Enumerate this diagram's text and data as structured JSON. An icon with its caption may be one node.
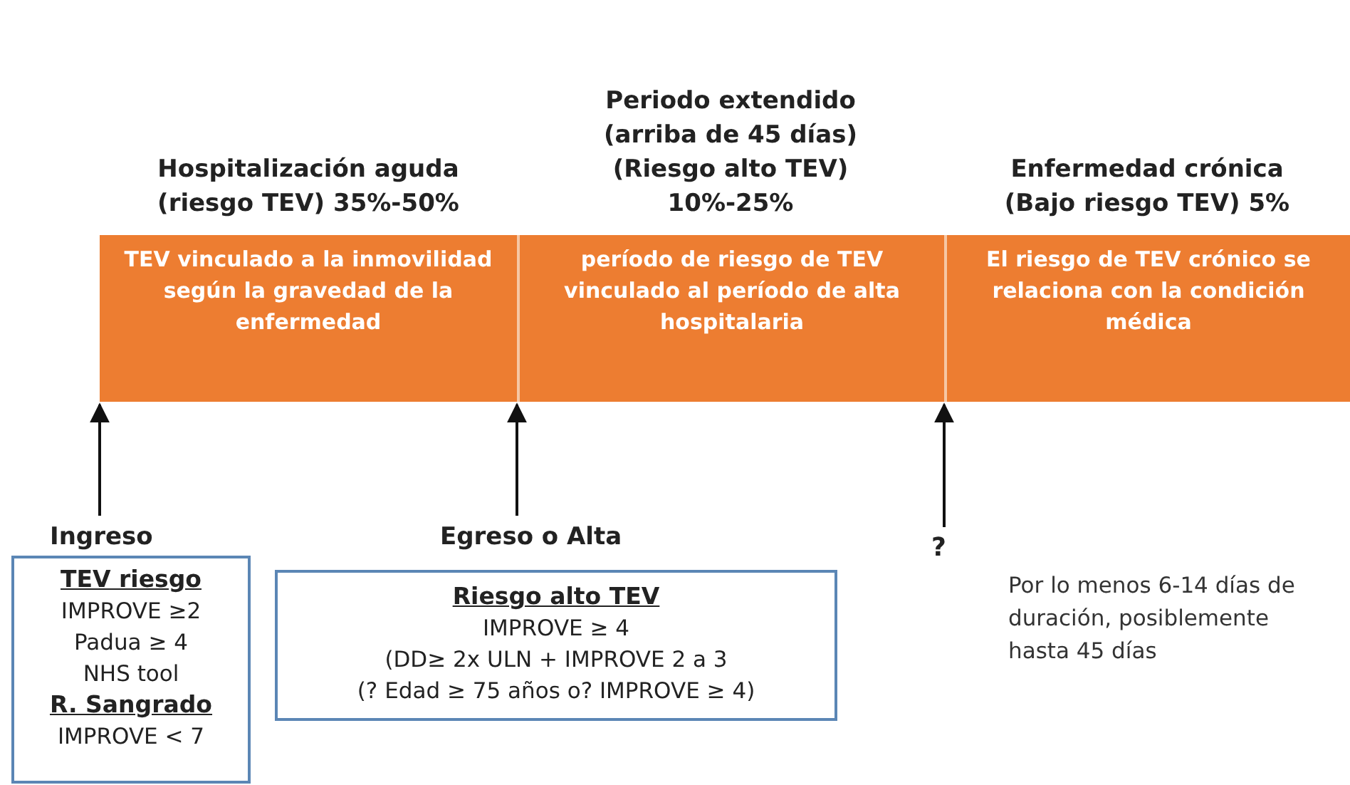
{
  "diagram": {
    "nodes": [
      {
        "text": [
          "Hospitalización aguda (riesgo TEV) 35%-50%",
          "TEV vinculado a la inmovilidad según la gravedad de la enfermedad"
        ]
      },
      {
        "text": [
          "Periodo extendido (arriba de 45 días) (Riesgo alto TEV) 10%-25%",
          "período de riesgo de TEV vinculado al período de alta hospitalaria"
        ]
      },
      {
        "text": [
          "Enfermedad crónica (Bajo riesgo TEV) 5%",
          "El riesgo de TEV crónico se relaciona con la condición médica"
        ]
      },
      {
        "text": [
          "Ingreso",
          "TEV riesgo",
          "IMPROVE ≥2",
          "Padua ≥ 4",
          "NHS tool",
          "R. Sangrado",
          "IMPROVE < 7"
        ]
      },
      {
        "text": [
          "Egreso o Alta",
          "Riesgo alto TEV",
          "IMPROVE ≥ 4",
          "(DD≥ 2x ULN + IMPROVE 2 a 3",
          "(? Edad ≥ 75 años o? IMPROVE ≥ 4)"
        ]
      },
      {
        "text": [
          "?"
        ]
      }
    ],
    "edges": [
      {
        "from": 3,
        "to": 0,
        "arrow": "to"
      },
      {
        "from": 4,
        "to": 1,
        "arrow": "to"
      },
      {
        "from": 5,
        "to": 2,
        "arrow": "to"
      }
    ],
    "labels": [
      "Por lo menos 6-14 días de duración, posiblemente hasta 45 días"
    ]
  }
}
